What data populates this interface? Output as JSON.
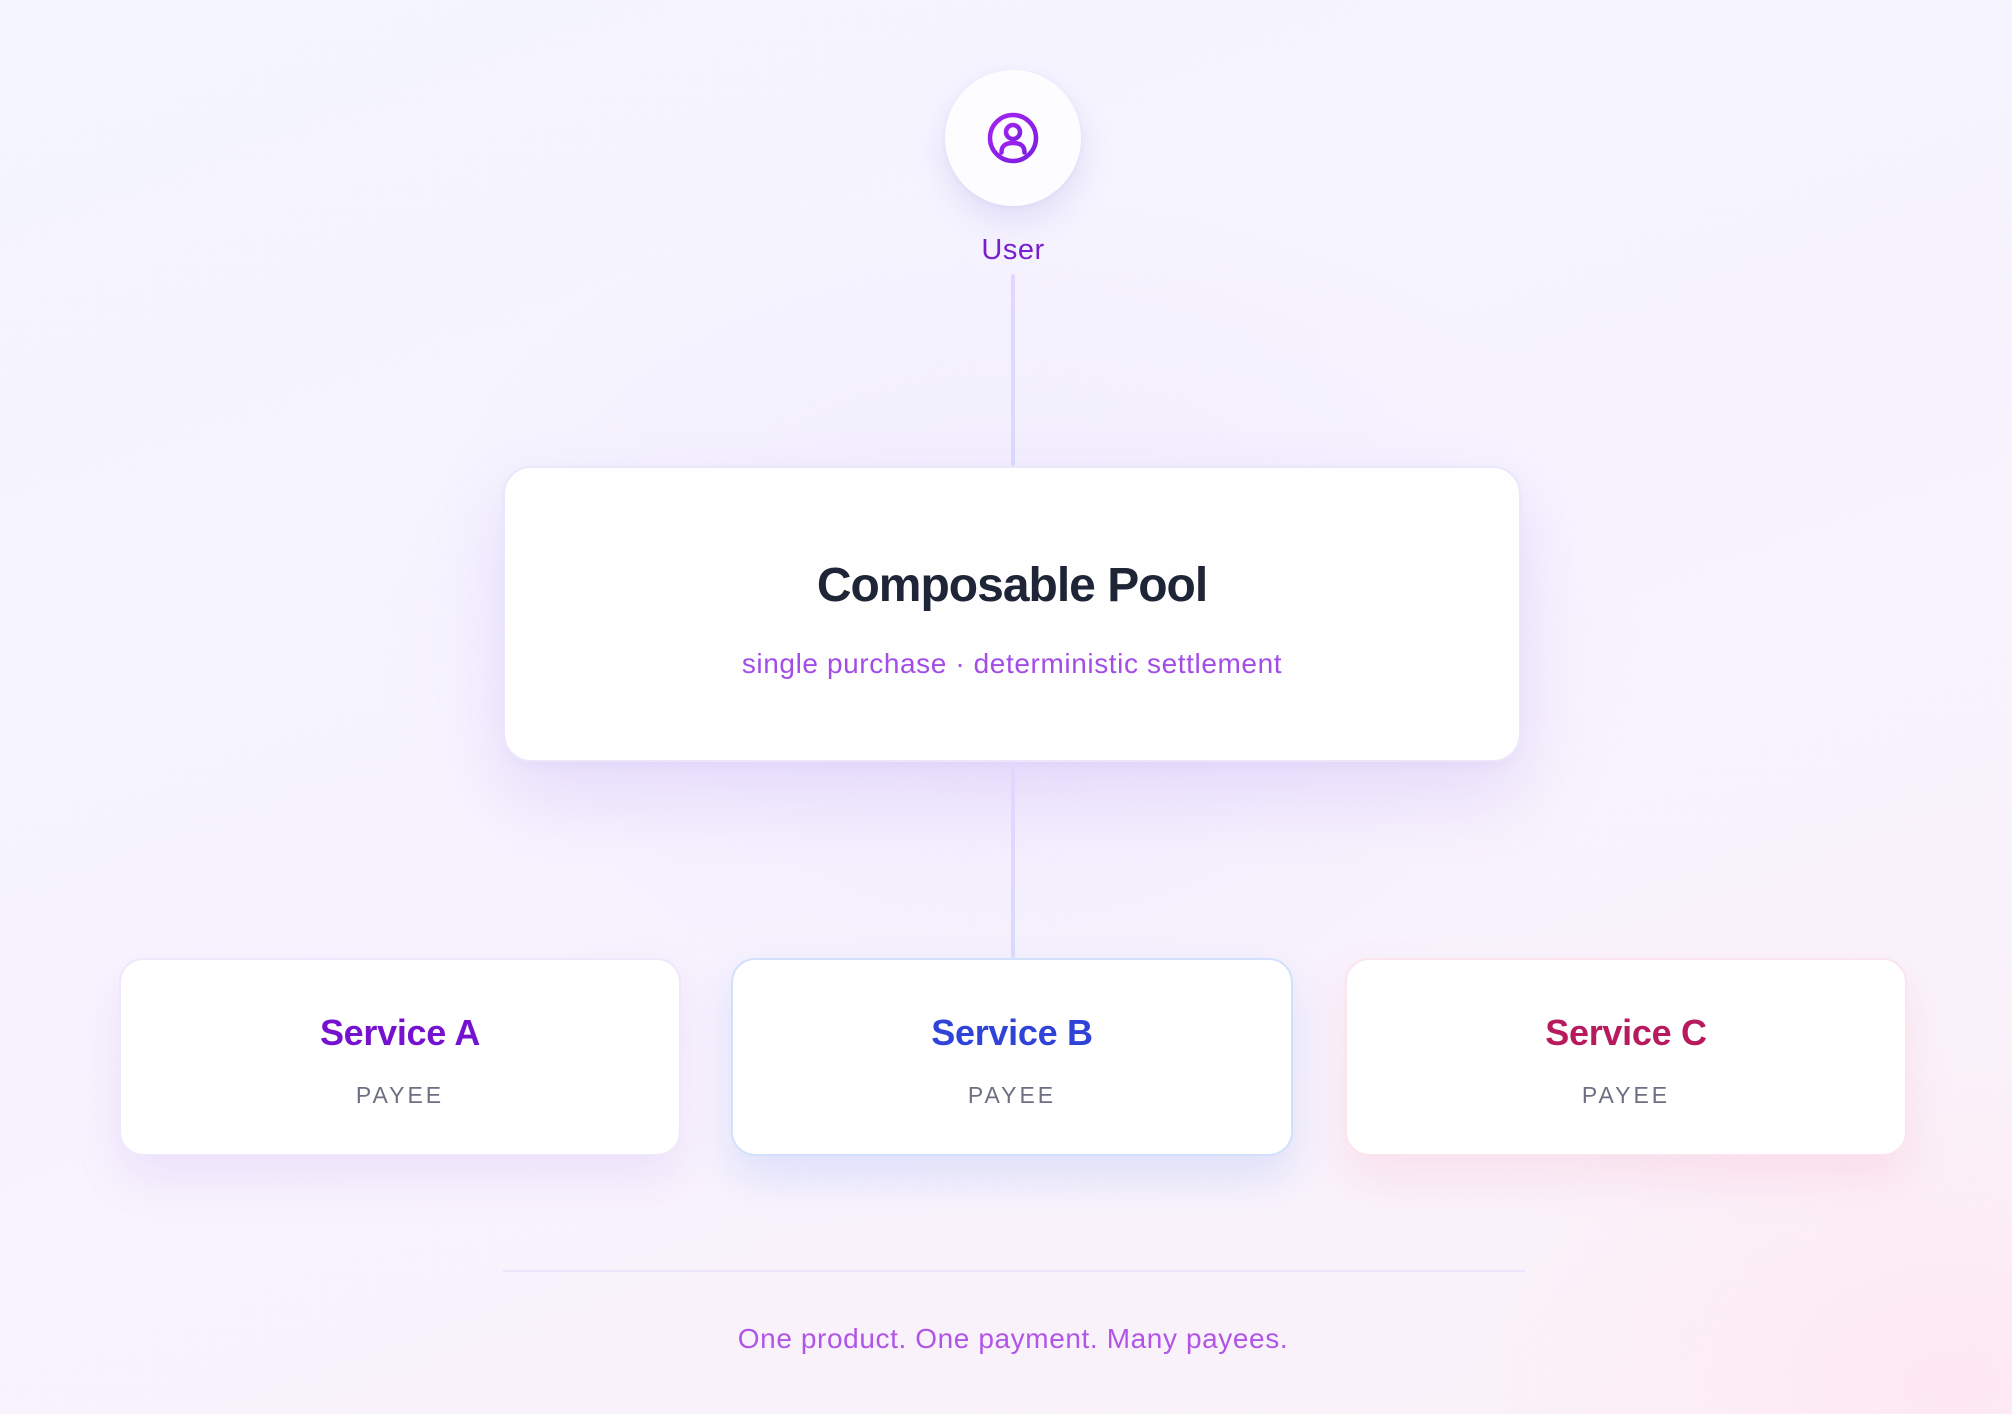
{
  "user": {
    "icon": "user-circle-icon",
    "label": "User"
  },
  "pool": {
    "title": "Composable Pool",
    "subtitle": "single purchase · deterministic settlement"
  },
  "services": [
    {
      "name": "Service A",
      "role": "PAYEE",
      "color": "#7512cf"
    },
    {
      "name": "Service B",
      "role": "PAYEE",
      "color": "#2f43d9"
    },
    {
      "name": "Service C",
      "role": "PAYEE",
      "color": "#b81a5e"
    }
  ],
  "footer": {
    "tagline": "One product. One payment. Many payees."
  },
  "colors": {
    "accent": "#9333ea",
    "title": "#1e2536",
    "subtitle": "#a34de8"
  }
}
